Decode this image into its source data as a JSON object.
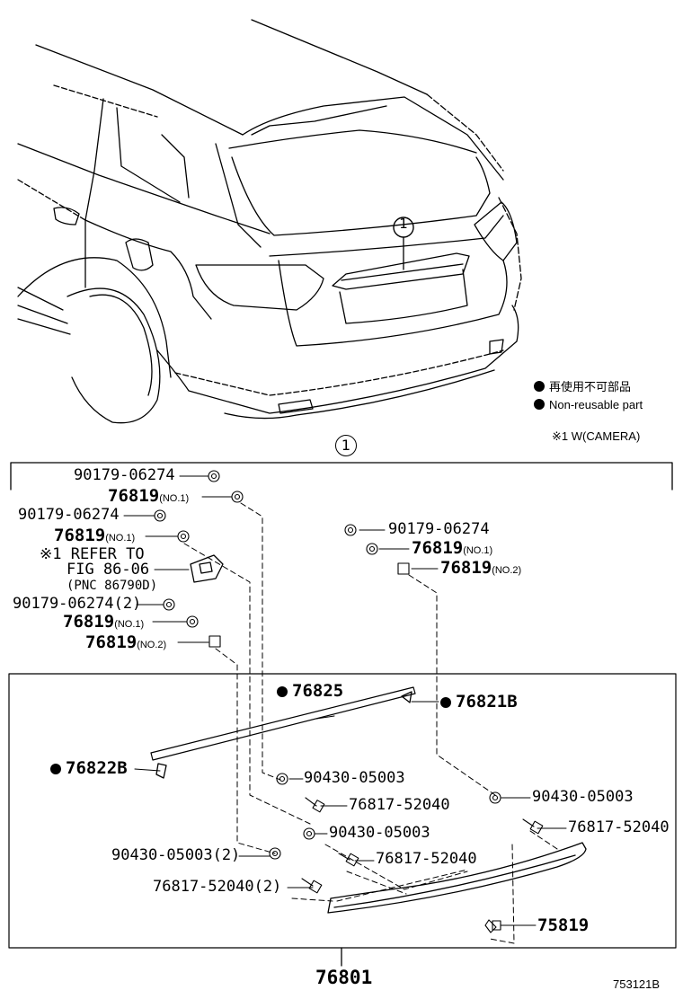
{
  "callout": {
    "number": "1"
  },
  "legend": {
    "jp": "再使用不可部品",
    "en": "Non-reusable part",
    "note": "※1 W(CAMERA)"
  },
  "parts": {
    "p90179_a": "90179-06274",
    "p76819_a": "76819",
    "p76819_a_sfx": "(NO.1)",
    "p90179_b": "90179-06274",
    "p76819_b": "76819",
    "p76819_b_sfx": "(NO.1)",
    "refer_1": "※1 REFER TO",
    "refer_2": "FIG 86-06",
    "refer_3": "(PNC 86790D)",
    "p90179_c": "90179-06274(2)",
    "p76819_c": "76819",
    "p76819_c_sfx": "(NO.1)",
    "p76819_d": "76819",
    "p76819_d_sfx": "(NO.2)",
    "p90179_r": "90179-06274",
    "p76819_r1": "76819",
    "p76819_r1_sfx": "(NO.1)",
    "p76819_r2": "76819",
    "p76819_r2_sfx": "(NO.2)",
    "p76825": "76825",
    "p76821b": "76821B",
    "p76822b": "76822B",
    "p90430_a": "90430-05003",
    "p76817_a": "76817-52040",
    "p90430_b": "90430-05003",
    "p76817_b": "76817-52040",
    "p90430_c": "90430-05003(2)",
    "p76817_c": "76817-52040(2)",
    "p90430_r": "90430-05003",
    "p76817_r": "76817-52040",
    "p75819": "75819",
    "p76801": "76801"
  },
  "figure_id": "753121B"
}
